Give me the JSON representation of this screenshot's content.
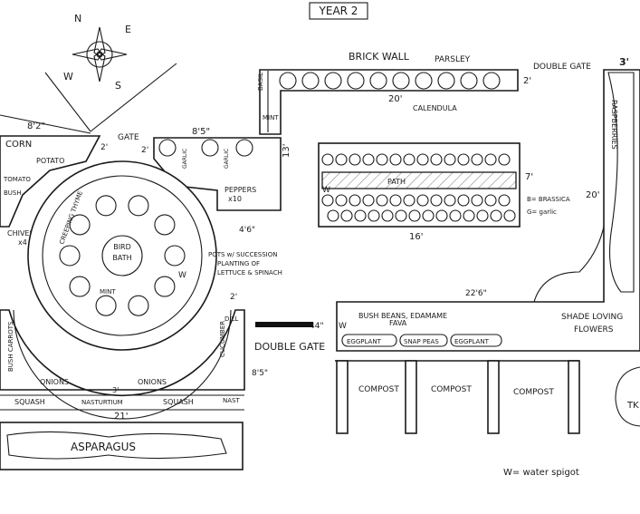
{
  "title": "YEAR 2",
  "compass": {
    "n": "N",
    "e": "E",
    "s": "S",
    "w": "W"
  },
  "brick_wall": "BRICK WALL",
  "parsley": "PARSLEY",
  "calendula": "CALENDULA",
  "double_gate_top": "DOUBLE GATE",
  "double_gate_mid": "DOUBLE GATE",
  "gate": "GATE",
  "dims": {
    "d20a": "20'",
    "d2a": "2'",
    "d3": "3'",
    "d13": "13'",
    "d8_5a": "8'5\"",
    "d8_2": "8'2\"",
    "d2b": "2'",
    "d2c": "2'",
    "d4_6": "4'6\"",
    "d7": "7'",
    "d16": "16'",
    "d20b": "20'",
    "d22_6": "22'6\"",
    "d2d": "2'",
    "d44": "44\"",
    "d8_5b": "8'5\"",
    "d21": "21'",
    "d3b": "3'"
  },
  "labels": {
    "corn": "CORN",
    "potato": "POTATO",
    "tomato": "TOMATO",
    "bush": "BUSH",
    "chives": "CHIVES",
    "x4": "x4",
    "basil": "BASIL",
    "mint": "MINT",
    "garlic1": "GARLIC",
    "garlic2": "GARLIC",
    "peppers": "PEPPERS",
    "x10": "x10",
    "creeping_thyme": "CREEPING THYME",
    "bird": "BIRD",
    "bath": "BATH",
    "mint2": "MINT",
    "pots": "POTS w/ SUCCESSION",
    "planting": "PLANTING OF",
    "lettuce": "LETTUCE & SPINACH",
    "path": "PATH",
    "b_legend": "B= BRASSICA",
    "g_legend": "G= garlic",
    "bush_beans": "BUSH BEANS, EDAMAME",
    "fava": "FAVA",
    "eggplant1": "EGGPLANT",
    "snap_peas": "SNAP PEAS",
    "eggplant2": "EGGPLANT",
    "shade1": "SHADE LOVING",
    "shade2": "FLOWERS",
    "raspberries": "RASPBERRIES",
    "compost1": "COMPOST",
    "compost2": "COMPOST",
    "compost3": "COMPOST",
    "onions1": "ONIONS",
    "onions2": "ONIONS",
    "squash1": "SQUASH",
    "squash2": "SQUASH",
    "nasturtium": "NASTURTIUM",
    "nast": "NAST",
    "cucumber": "CUCUMBER",
    "dill": "DILL",
    "bush_carrots": "BUSH CARROTS",
    "asparagus": "ASPARAGUS",
    "tk": "TK",
    "w": "W",
    "spigot": "W= water spigot"
  }
}
